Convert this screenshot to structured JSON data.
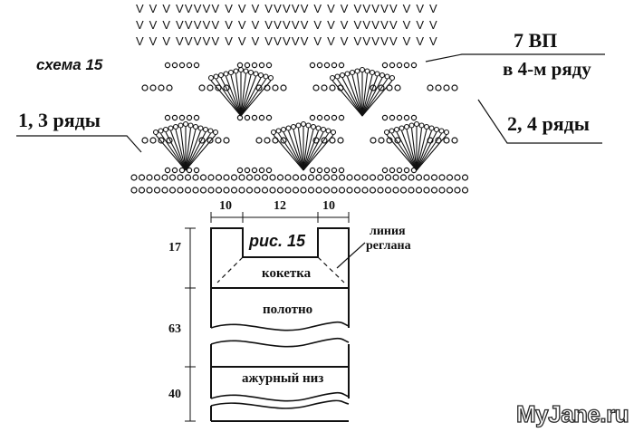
{
  "scheme_label": "схема 15",
  "callout_7vp": "7 ВП",
  "callout_row4": "в 4-м ряду",
  "rows_13_label": "1, 3 ряды",
  "rows_24_label": "2, 4 ряды",
  "figure_label": "рис. 15",
  "raglan_line_1": "линия",
  "raglan_line_2": "реглана",
  "dim_top_left": "10",
  "dim_top_mid": "12",
  "dim_top_right": "10",
  "dim_side_17": "17",
  "dim_side_63": "63",
  "dim_side_40": "40",
  "section_yoke": "кокетка",
  "section_body": "полотно",
  "section_lace": "ажурный низ",
  "watermark": "MyJane.ru",
  "v_row_text": "V V V VVVVV V V V VVVVV V V V VVVVV V V V"
}
